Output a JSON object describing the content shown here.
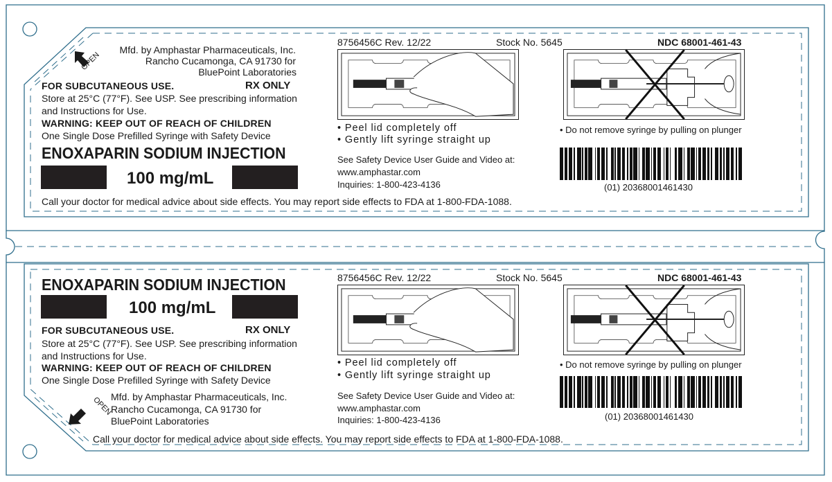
{
  "colors": {
    "outline": "#2f6e8c",
    "ink": "#1a1a1a",
    "black_bar": "#231f20"
  },
  "labels": [
    {
      "position": "top",
      "manufacturer": {
        "line1": "Mfd. by Amphastar Pharmaceuticals, Inc.",
        "line2": "Rancho Cucamonga, CA 91730 for",
        "line3": "BluePoint Laboratories"
      },
      "open_tab": {
        "icon": "arrow-icon",
        "text": "OPEN"
      },
      "route": "FOR SUBCUTANEOUS USE.",
      "rx_only": "RX ONLY",
      "storage_line1": "Store at 25°C (77°F). See USP. See prescribing information",
      "storage_line2": "and Instructions for Use.",
      "warning": "WARNING: KEEP OUT OF REACH OF CHILDREN",
      "package_desc": "One Single Dose Prefilled Syringe with Safety Device",
      "drug_name": "ENOXAPARIN SODIUM INJECTION",
      "strength": "100 mg/mL",
      "side_effects": "Call your doctor for medical advice about side effects.  You may report side effects to FDA at 1-800-FDA-1088.",
      "code_rev": "8756456C Rev. 12/22",
      "stock_no": "Stock No. 5645",
      "ndc": "NDC 68001-461-43",
      "instructions": [
        "• Peel lid completely off",
        "• Gently lift syringe straight up"
      ],
      "dont_instruction": "• Do not remove syringe by pulling on plunger",
      "guide_line1": "See Safety Device User Guide and Video at:",
      "guide_url": "www.amphastar.com",
      "inquiries": "Inquiries: 1-800-423-4136",
      "barcode_text": "(01) 20368001461430"
    },
    {
      "position": "bottom",
      "manufacturer": {
        "line1": "Mfd. by Amphastar Pharmaceuticals, Inc.",
        "line2": "Rancho Cucamonga, CA 91730 for",
        "line3": "BluePoint Laboratories"
      },
      "open_tab": {
        "icon": "arrow-icon",
        "text": "OPEN"
      },
      "route": "FOR SUBCUTANEOUS USE.",
      "rx_only": "RX ONLY",
      "storage_line1": "Store at 25°C (77°F). See USP. See prescribing information",
      "storage_line2": "and Instructions for Use.",
      "warning": "WARNING: KEEP OUT OF REACH OF CHILDREN",
      "package_desc": "One Single Dose Prefilled Syringe with Safety Device",
      "drug_name": "ENOXAPARIN SODIUM INJECTION",
      "strength": "100 mg/mL",
      "side_effects": "Call your doctor for medical advice about side effects.  You may report side effects to FDA at 1-800-FDA-1088.",
      "code_rev": "8756456C Rev. 12/22",
      "stock_no": "Stock No. 5645",
      "ndc": "NDC 68001-461-43",
      "instructions": [
        "• Peel lid completely off",
        "• Gently lift syringe straight up"
      ],
      "dont_instruction": "• Do not remove syringe by pulling on plunger",
      "guide_line1": "See Safety Device User Guide and Video at:",
      "guide_url": "www.amphastar.com",
      "inquiries": "Inquiries: 1-800-423-4136",
      "barcode_text": "(01) 20368001461430"
    }
  ],
  "barcode_pattern": [
    3,
    1,
    2,
    1,
    3,
    1,
    1,
    2,
    3,
    1,
    1,
    1,
    2,
    1,
    3,
    2,
    1,
    1,
    2,
    1,
    3,
    1,
    1,
    3,
    2,
    1,
    1,
    1,
    3,
    1,
    2,
    2,
    1,
    1,
    2,
    1,
    3,
    1,
    1,
    2,
    2,
    1,
    3,
    1,
    1,
    1,
    2,
    1,
    3,
    2,
    1,
    1,
    2,
    1,
    1,
    3,
    2,
    1,
    3,
    1,
    1,
    2,
    2,
    1,
    3,
    1,
    1,
    1,
    2,
    1,
    3,
    1,
    2,
    1,
    1,
    2,
    3,
    1,
    2,
    1,
    1,
    1,
    3,
    1,
    2,
    2,
    1,
    1,
    3,
    1
  ]
}
